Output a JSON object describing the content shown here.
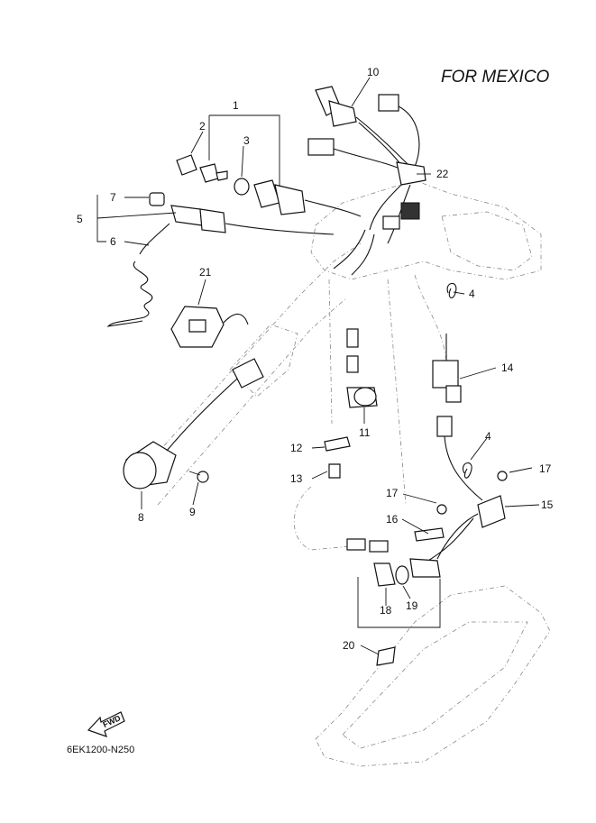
{
  "title": "FOR MEXICO",
  "diagram_code": "6EK1200-N250",
  "fwd_label": "FWD",
  "callouts": [
    {
      "id": "c10",
      "text": "10"
    },
    {
      "id": "c1",
      "text": "1"
    },
    {
      "id": "c2",
      "text": "2"
    },
    {
      "id": "c3",
      "text": "3"
    },
    {
      "id": "c22",
      "text": "22"
    },
    {
      "id": "c7",
      "text": "7"
    },
    {
      "id": "c5",
      "text": "5"
    },
    {
      "id": "c6",
      "text": "6"
    },
    {
      "id": "c21",
      "text": "21"
    },
    {
      "id": "c4a",
      "text": "4"
    },
    {
      "id": "c14",
      "text": "14"
    },
    {
      "id": "c11",
      "text": "11"
    },
    {
      "id": "c4b",
      "text": "4"
    },
    {
      "id": "c12",
      "text": "12"
    },
    {
      "id": "c17a",
      "text": "17"
    },
    {
      "id": "c13",
      "text": "13"
    },
    {
      "id": "c17b",
      "text": "17"
    },
    {
      "id": "c15",
      "text": "15"
    },
    {
      "id": "c8",
      "text": "8"
    },
    {
      "id": "c9",
      "text": "9"
    },
    {
      "id": "c16",
      "text": "16"
    },
    {
      "id": "c18",
      "text": "18"
    },
    {
      "id": "c19",
      "text": "19"
    },
    {
      "id": "c20",
      "text": "20"
    }
  ]
}
